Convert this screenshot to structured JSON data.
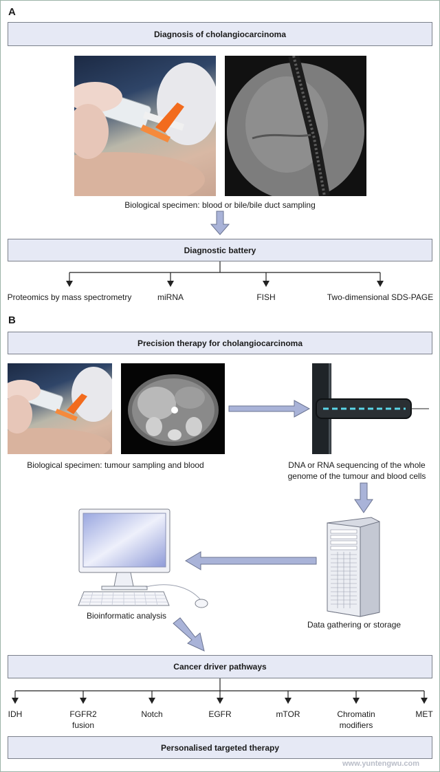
{
  "panel_a": {
    "label": "A",
    "title": "Diagnosis of cholangiocarcinoma",
    "specimen_caption": "Biological specimen: blood or bile/bile duct sampling",
    "battery_title": "Diagnostic battery",
    "methods": [
      "Proteomics by mass spectrometry",
      "miRNA",
      "FISH",
      "Two-dimensional SDS-PAGE"
    ]
  },
  "panel_b": {
    "label": "B",
    "title": "Precision therapy for cholangiocarcinoma",
    "specimen_caption": "Biological specimen: tumour sampling and blood",
    "sequencing_caption_1": "DNA or RNA sequencing of the whole",
    "sequencing_caption_2": "genome of the tumour and blood cells",
    "storage_caption": "Data gathering or storage",
    "analysis_caption": "Bioinformatic analysis",
    "pathways_title": "Cancer driver pathways",
    "pathways": [
      {
        "line1": "IDH",
        "line2": ""
      },
      {
        "line1": "FGFR2",
        "line2": "fusion"
      },
      {
        "line1": "Notch",
        "line2": ""
      },
      {
        "line1": "EGFR",
        "line2": ""
      },
      {
        "line1": "mTOR",
        "line2": ""
      },
      {
        "line1": "Chromatin",
        "line2": "modifiers"
      },
      {
        "line1": "MET",
        "line2": ""
      }
    ],
    "therapy_title": "Personalised targeted therapy"
  },
  "watermark": {
    "text": "www.yuntengwu.com"
  },
  "colors": {
    "box_fill": "#e6e9f5",
    "arrow_fill": "#a9b3d8",
    "arrow_stroke": "#6a7390"
  }
}
